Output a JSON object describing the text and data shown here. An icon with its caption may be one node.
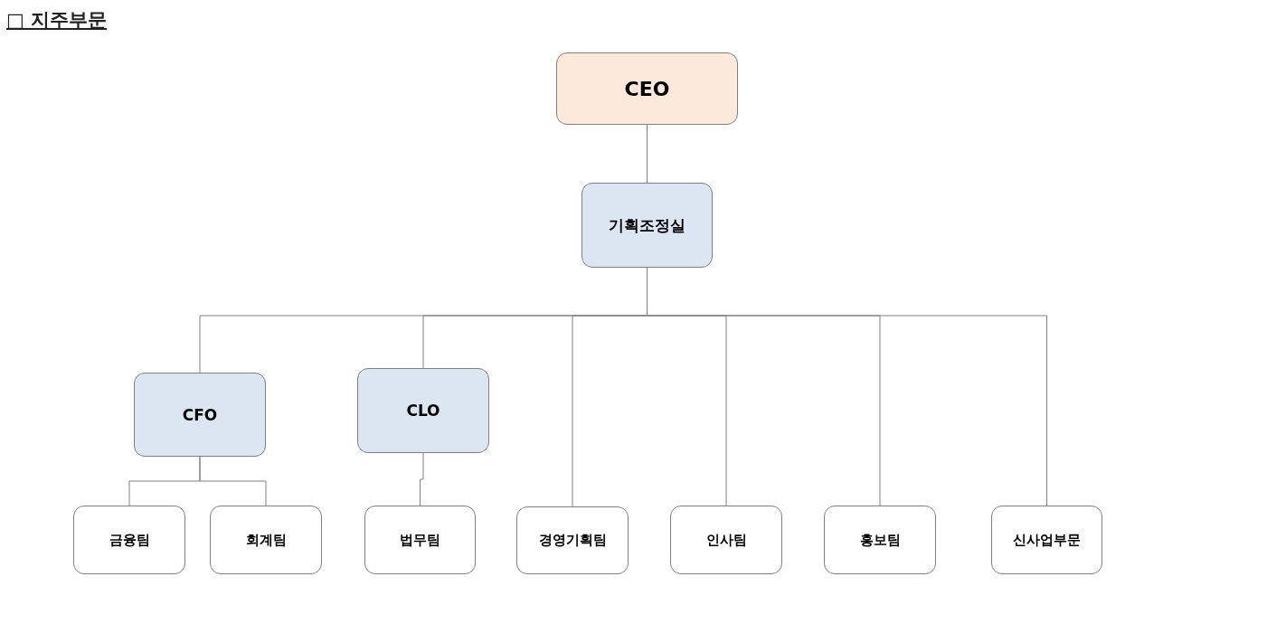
{
  "diagram": {
    "title": "□ 지주부문",
    "nodes": [
      {
        "text": [
          "CEO"
        ]
      },
      {
        "text": [
          "기획조정실"
        ]
      },
      {
        "text": [
          "CFO"
        ]
      },
      {
        "text": [
          "CLO"
        ]
      },
      {
        "text": [
          "금융팀"
        ]
      },
      {
        "text": [
          "회계팀"
        ]
      },
      {
        "text": [
          "법무팀"
        ]
      },
      {
        "text": [
          "경영기획팀"
        ]
      },
      {
        "text": [
          "인사팀"
        ]
      },
      {
        "text": [
          "홍보팀"
        ]
      },
      {
        "text": [
          "신사업부문"
        ]
      }
    ],
    "edges": [
      {
        "from": 0,
        "to": 1,
        "arrow": "none"
      },
      {
        "from": 1,
        "to": 2,
        "arrow": "none"
      },
      {
        "from": 1,
        "to": 3,
        "arrow": "none"
      },
      {
        "from": 1,
        "to": 7,
        "arrow": "none"
      },
      {
        "from": 1,
        "to": 8,
        "arrow": "none"
      },
      {
        "from": 1,
        "to": 9,
        "arrow": "none"
      },
      {
        "from": 1,
        "to": 10,
        "arrow": "none"
      },
      {
        "from": 2,
        "to": 4,
        "arrow": "none"
      },
      {
        "from": 2,
        "to": 5,
        "arrow": "none"
      },
      {
        "from": 3,
        "to": 6,
        "arrow": "none"
      }
    ]
  }
}
